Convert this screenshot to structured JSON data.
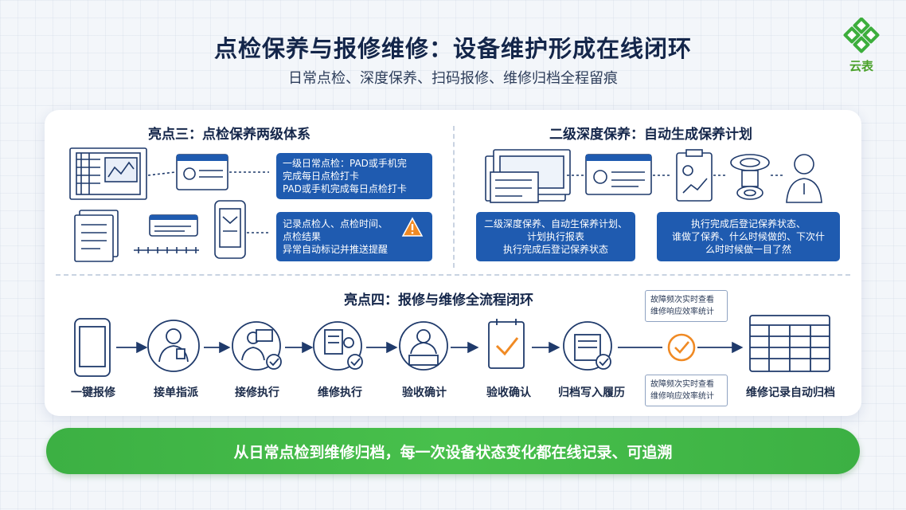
{
  "header": {
    "title": "点检保养与报修维修：设备维护形成在线闭环",
    "subtitle": "日常点检、深度保养、扫码报修、维修归档全程留痕",
    "logo_text": "云表"
  },
  "section3": {
    "title": "亮点三：点检保养两级体系",
    "box1_lines": [
      "一级日常点检：PAD或手机完",
      "完成每日点检打卡",
      "PAD或手机完成每日点检打卡"
    ],
    "box2_lines": [
      "记录点检人、点检时间、",
      "点检结果",
      "异常自动标记并推送提醒"
    ]
  },
  "section_deep": {
    "title": "二级深度保养：自动生成保养计划",
    "box1_lines": [
      "二级深度保养、自动生保养计划、",
      "计划执行报表",
      "执行完成后登记保养状态"
    ],
    "box2_lines": [
      "执行完成后登记保养状态、",
      "谁做了保养、什么时候做的、下次什",
      "么时时候做一目了然"
    ]
  },
  "section4": {
    "title": "亮点四：报修与维修全流程闭环",
    "steps": [
      "一键报修",
      "接单指派",
      "接修执行",
      "维修执行",
      "验收确计",
      "验收确认",
      "归档写入履历",
      "维修记录自动归档"
    ],
    "note_top": [
      "故障频次实时查看",
      "维修响应效率统计"
    ],
    "note_bottom": [
      "故障频次实时查看",
      "维修响应效率统计"
    ]
  },
  "footer": {
    "banner": "从日常点检到维修归档，每一次设备状态变化都在线记录、可追溯"
  },
  "colors": {
    "navy": "#14264a",
    "blue_box": "#1f5bb0",
    "green": "#3cb043",
    "orange": "#f08a24"
  }
}
